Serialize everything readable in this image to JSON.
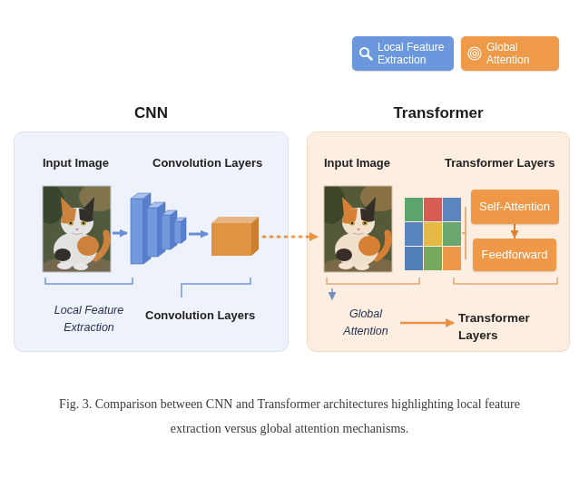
{
  "diagram": {
    "caption": "Fig. 3. Comparison between CNN and Transformer architectures highlighting local feature extraction versus global attention mechanisms.",
    "nodes": [
      {
        "text": [
          "CNN"
        ]
      },
      {
        "text": [
          "Transformer"
        ]
      },
      {
        "text": [
          "Self-Attention"
        ],
        "in": 1
      },
      {
        "text": [
          "Feedforward"
        ],
        "in": 1
      }
    ],
    "edges": [
      {
        "from": 2,
        "to": 3,
        "arrow": "to"
      }
    ],
    "labels": [
      "Input Image",
      "Convolution Layers",
      "Local Feature Extraction",
      "Convolution Layers",
      "Input Image",
      "Transformer Layers",
      "Global Attention",
      "Transformer Layers"
    ],
    "legend": [
      {
        "text": "Local Feature Extraction",
        "color": "#6b97dc"
      },
      {
        "text": "Global Attention",
        "color": "#ee9a48"
      }
    ]
  }
}
